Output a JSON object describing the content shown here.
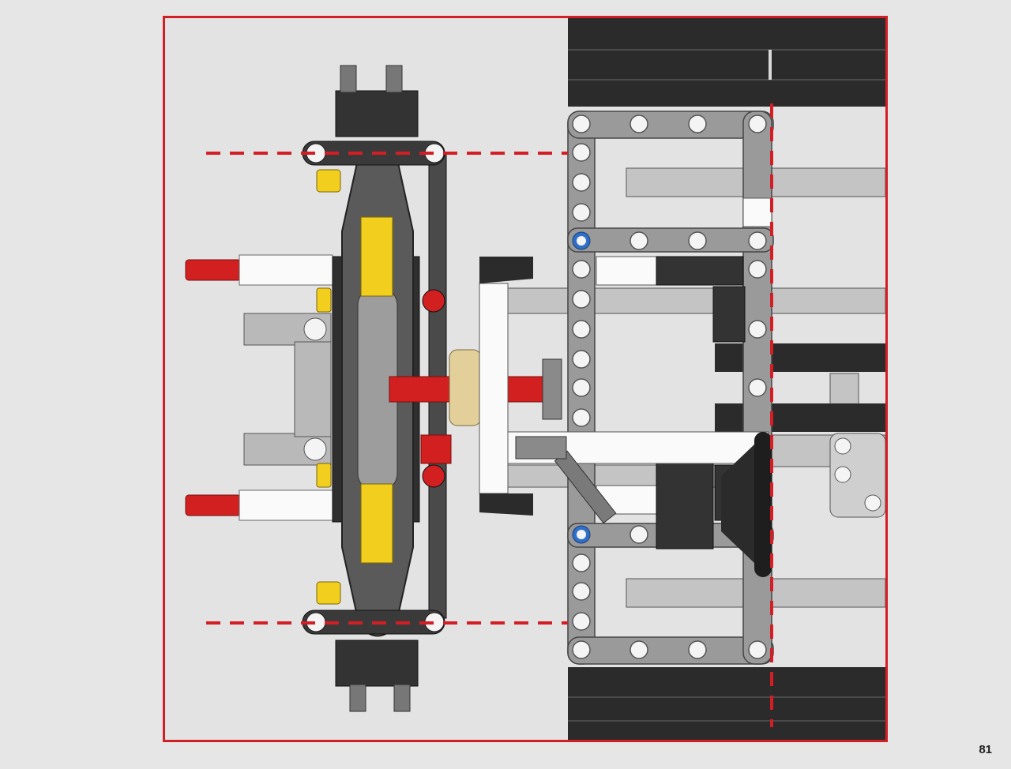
{
  "page": {
    "number": "81"
  },
  "colors": {
    "frame_red": "#d41e25",
    "background": "#e3e3e3",
    "dark_part": "#2a2a2a",
    "light_gray_part": "#b8b8b8",
    "mid_gray_part": "#8f8f8f",
    "yellow_part": "#f2cf1f",
    "red_part": "#d21f1f",
    "white_part": "#ffffff",
    "tan_gear": "#e2cf9a",
    "blue_pin": "#2f6fc7"
  },
  "diagram": {
    "subject": "technic-axle-assembly-top-view",
    "guide_lines": "red-dashed"
  }
}
